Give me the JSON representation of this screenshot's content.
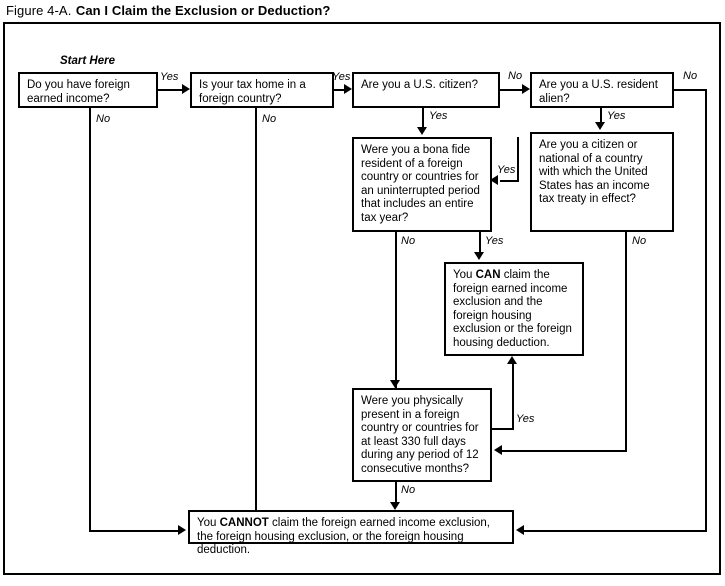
{
  "figure": {
    "prefix": "Figure 4-A.",
    "title": "Can I Claim the Exclusion or Deduction?"
  },
  "start_label": "Start Here",
  "nodes": {
    "q1": "Do you have foreign earned income?",
    "q2": "Is your tax home in a foreign country?",
    "q3": "Are you a U.S. citizen?",
    "q4": "Are you a U.S. resident alien?",
    "q5": "Were you a bona fide resident of a foreign country or countries for an uninterrupted period that includes an entire tax year?",
    "q6": "Are you a citizen or national of a country with which the United States has an income tax treaty in effect?",
    "q7": "Were you physically present in a foreign country or countries for at least 330 full days during any period of 12 consecutive months?",
    "can_pre": "You ",
    "can_bold": "CAN",
    "can_post": " claim the foreign earned income exclusion and the foreign housing exclusion or the foreign housing deduction.",
    "cannot_pre": "You ",
    "cannot_bold": "CANNOT",
    "cannot_post": " claim the foreign earned income exclusion, the foreign housing exclusion, or the foreign housing deduction."
  },
  "edges": {
    "q1_yes": "Yes",
    "q1_no": "No",
    "q2_yes": "Yes",
    "q2_no": "No",
    "q3_no": "No",
    "q3_yes": "Yes",
    "q4_no": "No",
    "q4_yes": "Yes",
    "q5_no": "No",
    "q5_yes": "Yes",
    "q6_yes": "Yes",
    "q6_no": "No",
    "q7_yes": "Yes",
    "q7_no": "No"
  },
  "colors": {
    "ink": "#000000",
    "paper": "#ffffff"
  }
}
